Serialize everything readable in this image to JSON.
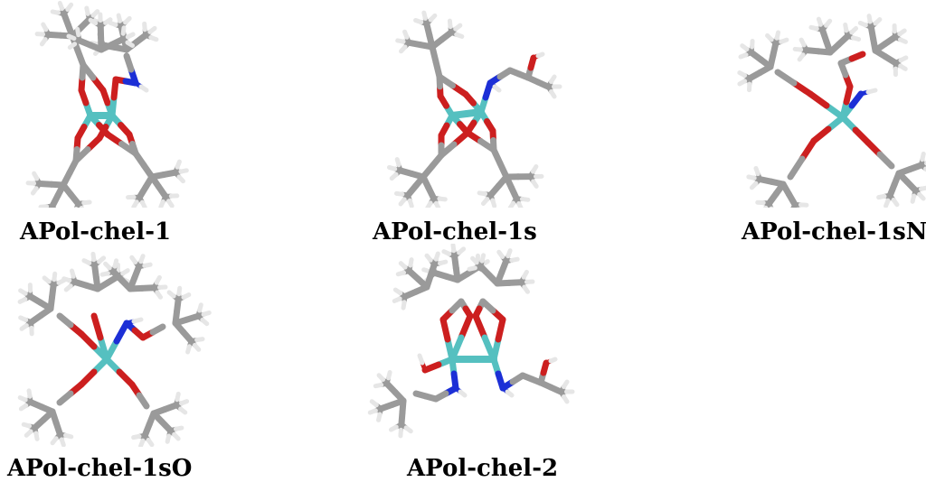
{
  "structures": [
    {
      "id": "p1",
      "label": "APol-chel-1"
    },
    {
      "id": "p2",
      "label": "APol-chel-1s"
    },
    {
      "id": "p3",
      "label": "APol-chel-1sN"
    },
    {
      "id": "p4",
      "label": "APol-chel-1sO"
    },
    {
      "id": "p5",
      "label": "APol-chel-2"
    }
  ],
  "colors": {
    "carbon": "#9a9a9a",
    "hydrogen": "#e6e6e6",
    "oxygen": "#cc1f1f",
    "nitrogen": "#1c2fd6",
    "metal": "#55c0c0"
  }
}
